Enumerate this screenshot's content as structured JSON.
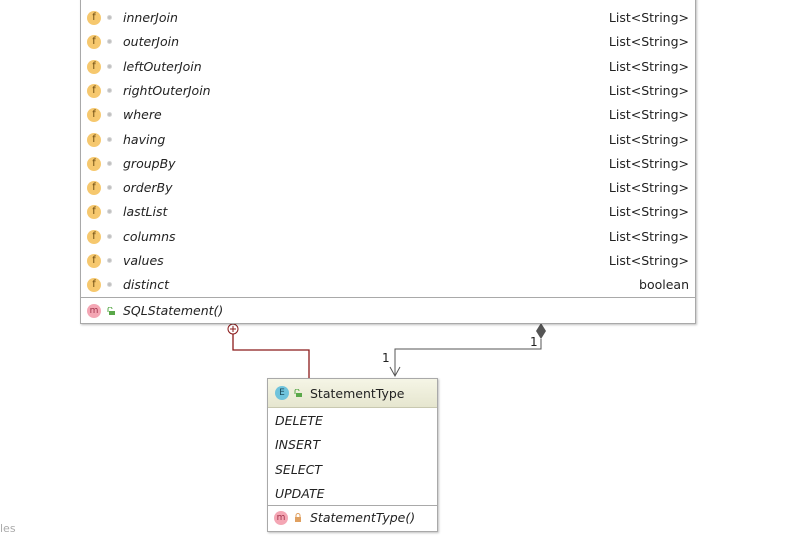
{
  "diagram": {
    "sql_statement_class": {
      "fields": [
        {
          "name": "innerJoin",
          "type": "List<String>",
          "icon": "field-icon"
        },
        {
          "name": "outerJoin",
          "type": "List<String>",
          "icon": "field-icon"
        },
        {
          "name": "leftOuterJoin",
          "type": "List<String>",
          "icon": "field-icon"
        },
        {
          "name": "rightOuterJoin",
          "type": "List<String>",
          "icon": "field-icon"
        },
        {
          "name": "where",
          "type": "List<String>",
          "icon": "field-icon"
        },
        {
          "name": "having",
          "type": "List<String>",
          "icon": "field-icon"
        },
        {
          "name": "groupBy",
          "type": "List<String>",
          "icon": "field-icon"
        },
        {
          "name": "orderBy",
          "type": "List<String>",
          "icon": "field-icon"
        },
        {
          "name": "lastList",
          "type": "List<String>",
          "icon": "field-icon"
        },
        {
          "name": "columns",
          "type": "List<String>",
          "icon": "field-icon"
        },
        {
          "name": "values",
          "type": "List<String>",
          "icon": "field-icon"
        },
        {
          "name": "distinct",
          "type": "boolean",
          "icon": "field-icon"
        }
      ],
      "methods": [
        {
          "name": "SQLStatement()",
          "icon": "method-icon",
          "badge": "m"
        }
      ],
      "field_badge": "f"
    },
    "statement_type_enum": {
      "badge": "E",
      "title": "StatementType",
      "constants": [
        "DELETE",
        "INSERT",
        "SELECT",
        "UPDATE"
      ],
      "methods": [
        {
          "name": "StatementType()",
          "badge": "m"
        }
      ]
    },
    "connections": {
      "association_source_multiplicity": "1",
      "association_target_multiplicity": "1",
      "inner_class_color": "#8b1a1a",
      "association_color": "#555555"
    },
    "side_label": "les"
  }
}
